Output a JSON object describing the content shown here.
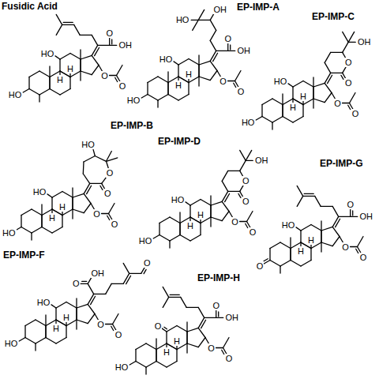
{
  "diagram": {
    "labels": [
      "Fusidic Acid",
      "HO",
      "HO",
      "H",
      "H",
      "O",
      "O",
      "O",
      "OH",
      "EP-IMP-A",
      "HO",
      "HO",
      "H",
      "H",
      "O",
      "O",
      "O",
      "OH",
      "OH",
      "HO",
      "EP-IMP-C",
      "HO",
      "HO",
      "H",
      "H",
      "O",
      "O",
      "O",
      "O",
      "OH",
      "EP-IMP-B",
      "HO",
      "HO",
      "H",
      "H",
      "O",
      "O",
      "O",
      "O",
      "HO",
      "EP-IMP-D",
      "HO",
      "HO",
      "H",
      "H",
      "O",
      "O",
      "O",
      "O",
      "OH",
      "EP-IMP-G",
      "O",
      "HO",
      "H",
      "H",
      "O",
      "O",
      "O",
      "OH",
      "EP-IMP-F",
      "HO",
      "HO",
      "H",
      "H",
      "O",
      "O",
      "O",
      "OH",
      "O",
      "EP-IMP-H",
      "HO",
      "O",
      "H",
      "H",
      "O",
      "O",
      "O",
      "OH"
    ]
  }
}
